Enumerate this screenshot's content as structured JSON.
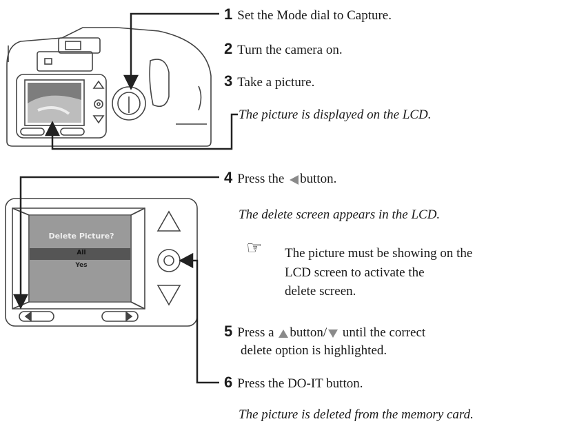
{
  "steps": {
    "s1": {
      "num": "1",
      "text": "Set the Mode dial to Capture."
    },
    "s2": {
      "num": "2",
      "text": "Turn the camera on."
    },
    "s3": {
      "num": "3",
      "text": "Take a picture.",
      "result": "The picture is displayed on the LCD."
    },
    "s4": {
      "num": "4",
      "text_before": "Press the",
      "text_after": "button.",
      "button_icon": "left-triangle-icon",
      "result": "The delete screen appears in the LCD."
    },
    "note": {
      "icon": "pointing-hand-icon",
      "text1": "The picture must be showing on the",
      "text2": "LCD screen to activate the",
      "text3": "delete screen."
    },
    "s5": {
      "num": "5",
      "text_before": "Press a",
      "text_after": "until the correct",
      "button_word": "button",
      "slash": "/",
      "line2": "delete option is highlighted.",
      "icons": [
        "up-triangle-icon",
        "down-triangle-icon"
      ]
    },
    "s6": {
      "num": "6",
      "text": "Press the DO-IT button.",
      "result": "The picture is deleted from the memory card."
    }
  },
  "lcd": {
    "title": "Delete Picture?",
    "options": [
      "All",
      "Yes"
    ]
  },
  "colors": {
    "ink": "#1a1a1a",
    "gray_icon": "#8a8a8a",
    "lcd_bg": "#9a9a9a",
    "lcd_band": "#555555",
    "line": "#222222"
  }
}
